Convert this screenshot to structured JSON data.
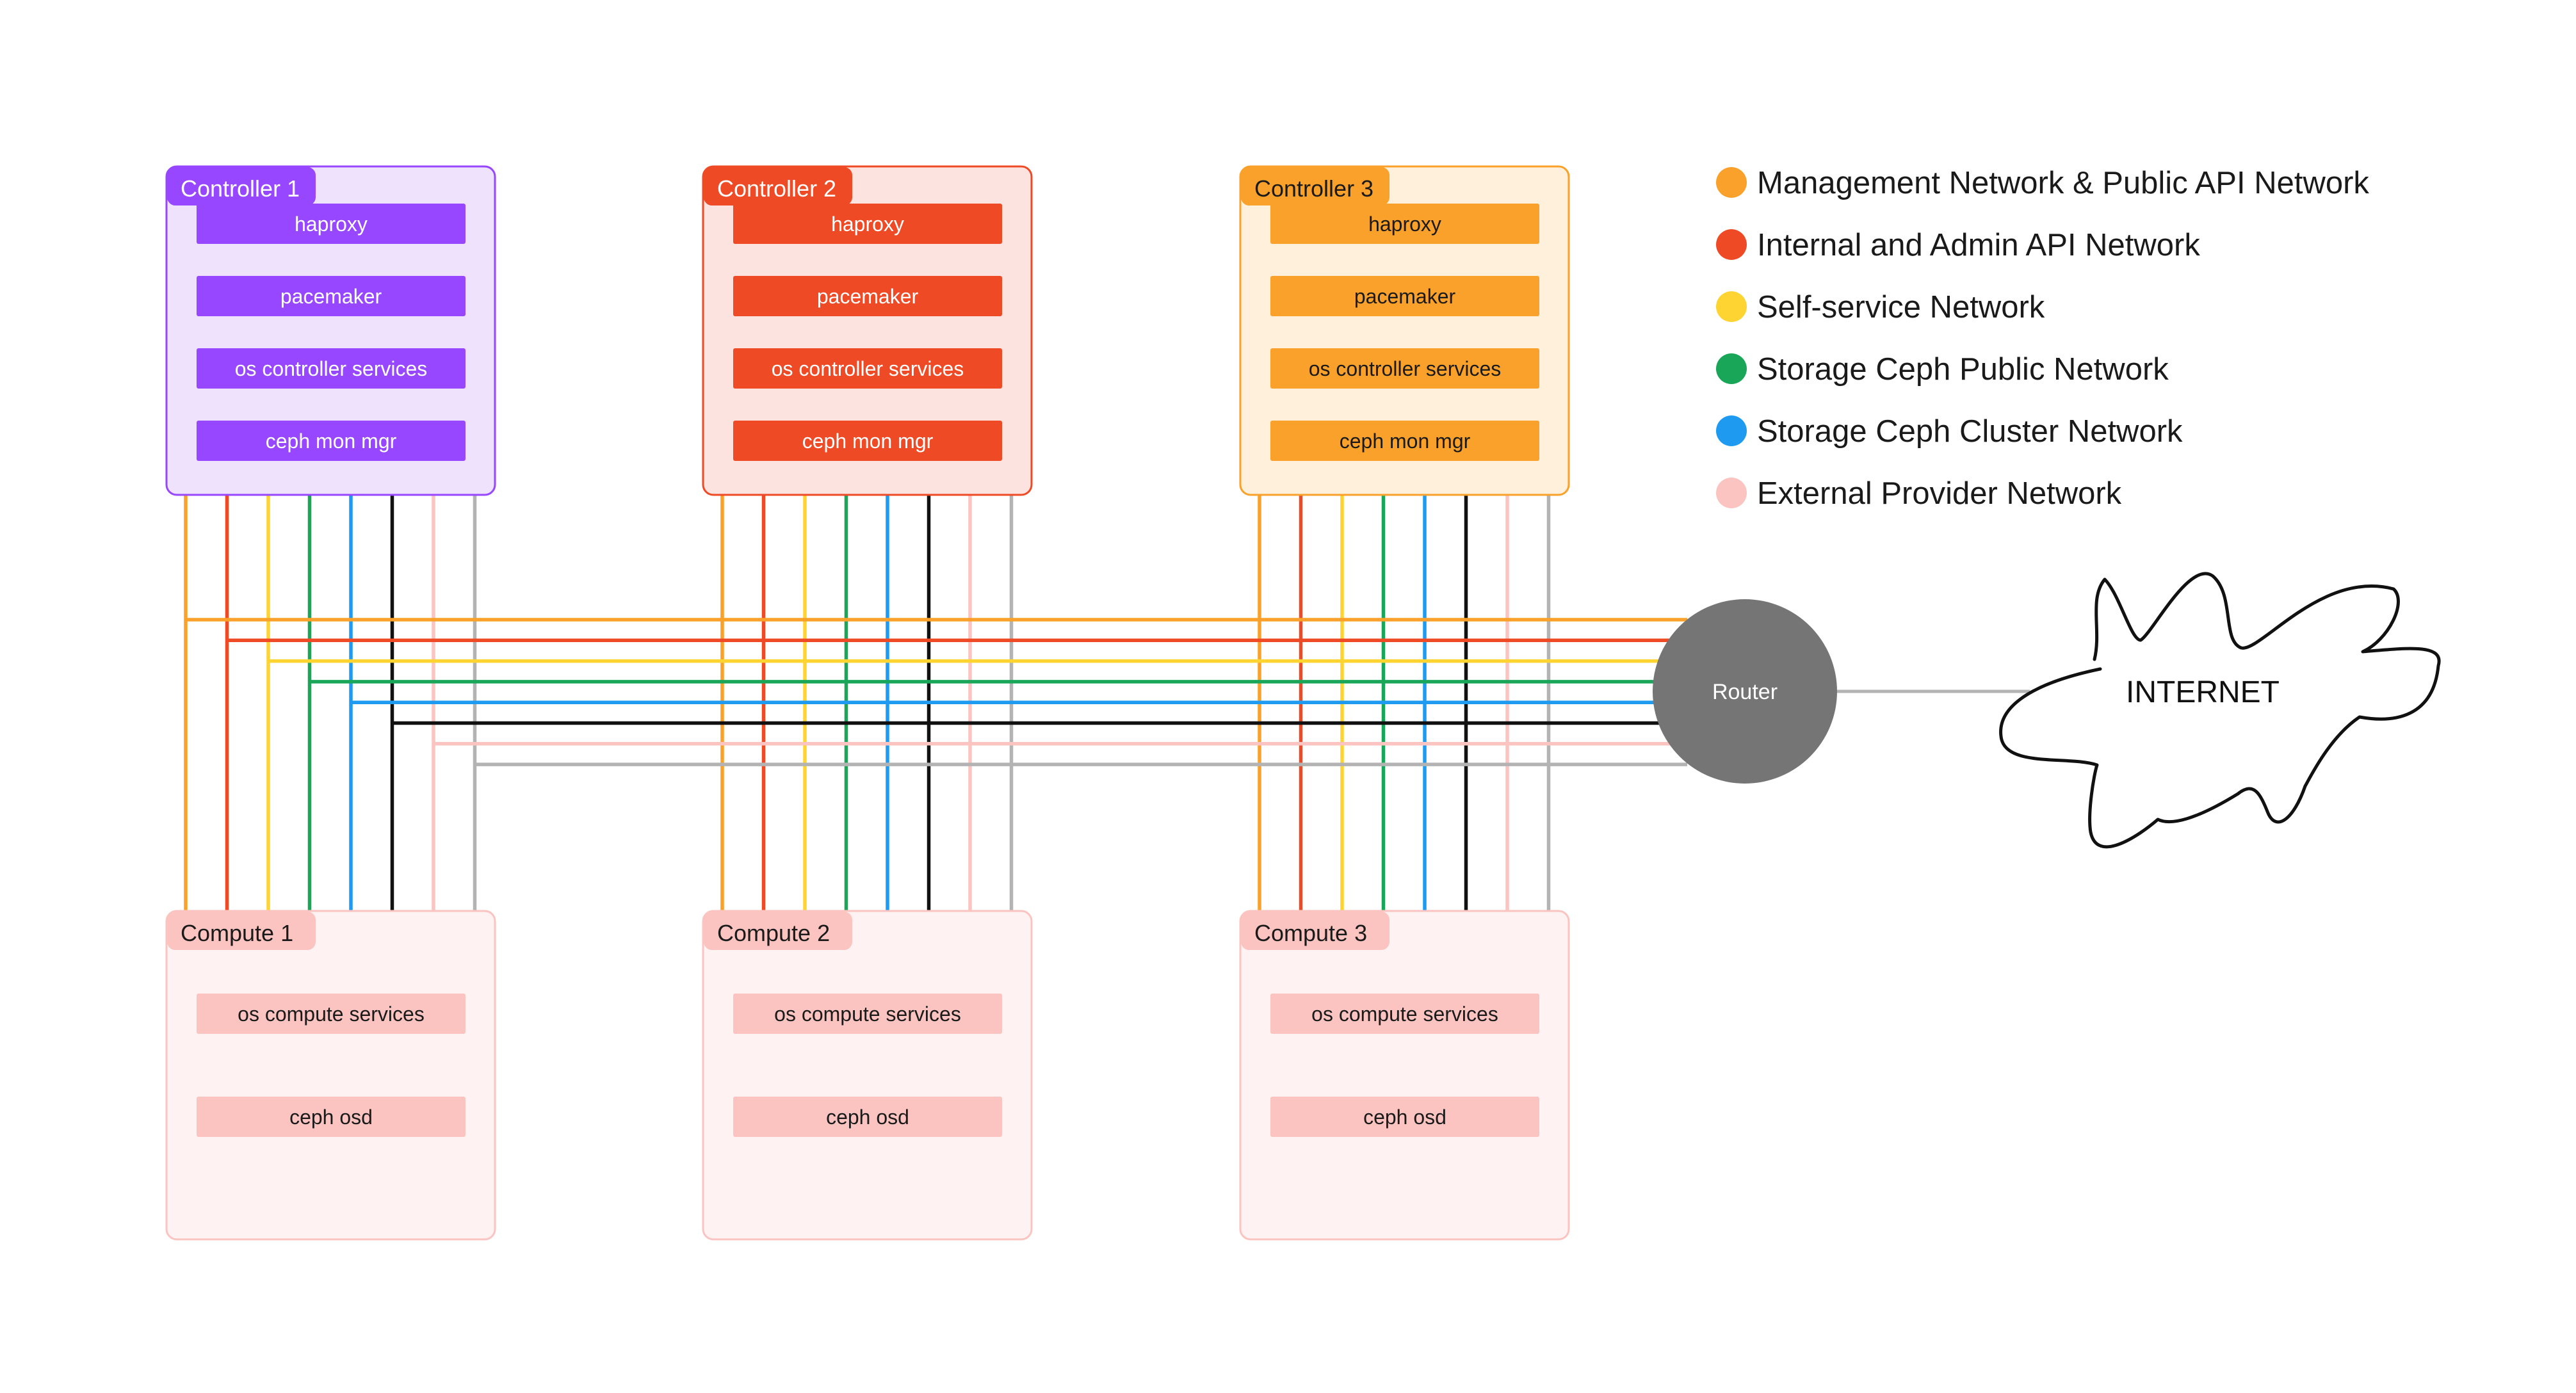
{
  "controllers": [
    {
      "title": "Controller 1",
      "services": [
        "haproxy",
        "pacemaker",
        "os controller services",
        "ceph mon mgr"
      ]
    },
    {
      "title": "Controller 2",
      "services": [
        "haproxy",
        "pacemaker",
        "os controller services",
        "ceph mon mgr"
      ]
    },
    {
      "title": "Controller 3",
      "services": [
        "haproxy",
        "pacemaker",
        "os controller services",
        "ceph mon mgr"
      ]
    }
  ],
  "computes": [
    {
      "title": "Compute 1",
      "services": [
        "os compute services",
        "ceph osd"
      ]
    },
    {
      "title": "Compute 2",
      "services": [
        "os compute services",
        "ceph osd"
      ]
    },
    {
      "title": "Compute 3",
      "services": [
        "os compute services",
        "ceph osd"
      ]
    }
  ],
  "router": {
    "label": "Router"
  },
  "internet": {
    "label": "INTERNET"
  },
  "legend": [
    {
      "label": "Management Network & Public API Network",
      "color": "#F9A12A"
    },
    {
      "label": "Internal and Admin API Network",
      "color": "#EF4A26"
    },
    {
      "label": "Self-service Network",
      "color": "#FDD431"
    },
    {
      "label": "Storage Ceph Public Network",
      "color": "#19A659"
    },
    {
      "label": "Storage Ceph Cluster Network",
      "color": "#1E9BF0"
    },
    {
      "label": "External Provider Network",
      "color": "#FBC4C0"
    }
  ],
  "bus_line_colors": [
    "#F9A12A",
    "#EF4A26",
    "#FDD431",
    "#19A659",
    "#1E9BF0",
    "#111111",
    "#FBC4C0",
    "#B3B3B3"
  ],
  "theme": {
    "controller_colors": [
      {
        "bg": "#EFE2FC",
        "border": "#9747FF",
        "accent": "#9747FF",
        "text": "#ffffff"
      },
      {
        "bg": "#FCE3DF",
        "border": "#EF4A26",
        "accent": "#EF4A26",
        "text": "#ffffff"
      },
      {
        "bg": "#FEF0DA",
        "border": "#F9A12A",
        "accent": "#F9A12A",
        "text": "#1a1a1a"
      }
    ],
    "compute_colors": {
      "bg": "#FEF3F2",
      "border": "#FBC4C0",
      "accent": "#FBC4C0",
      "text": "#1a1a1a"
    },
    "router_color": "#757575",
    "uplink_color": "#B3B3B3"
  }
}
